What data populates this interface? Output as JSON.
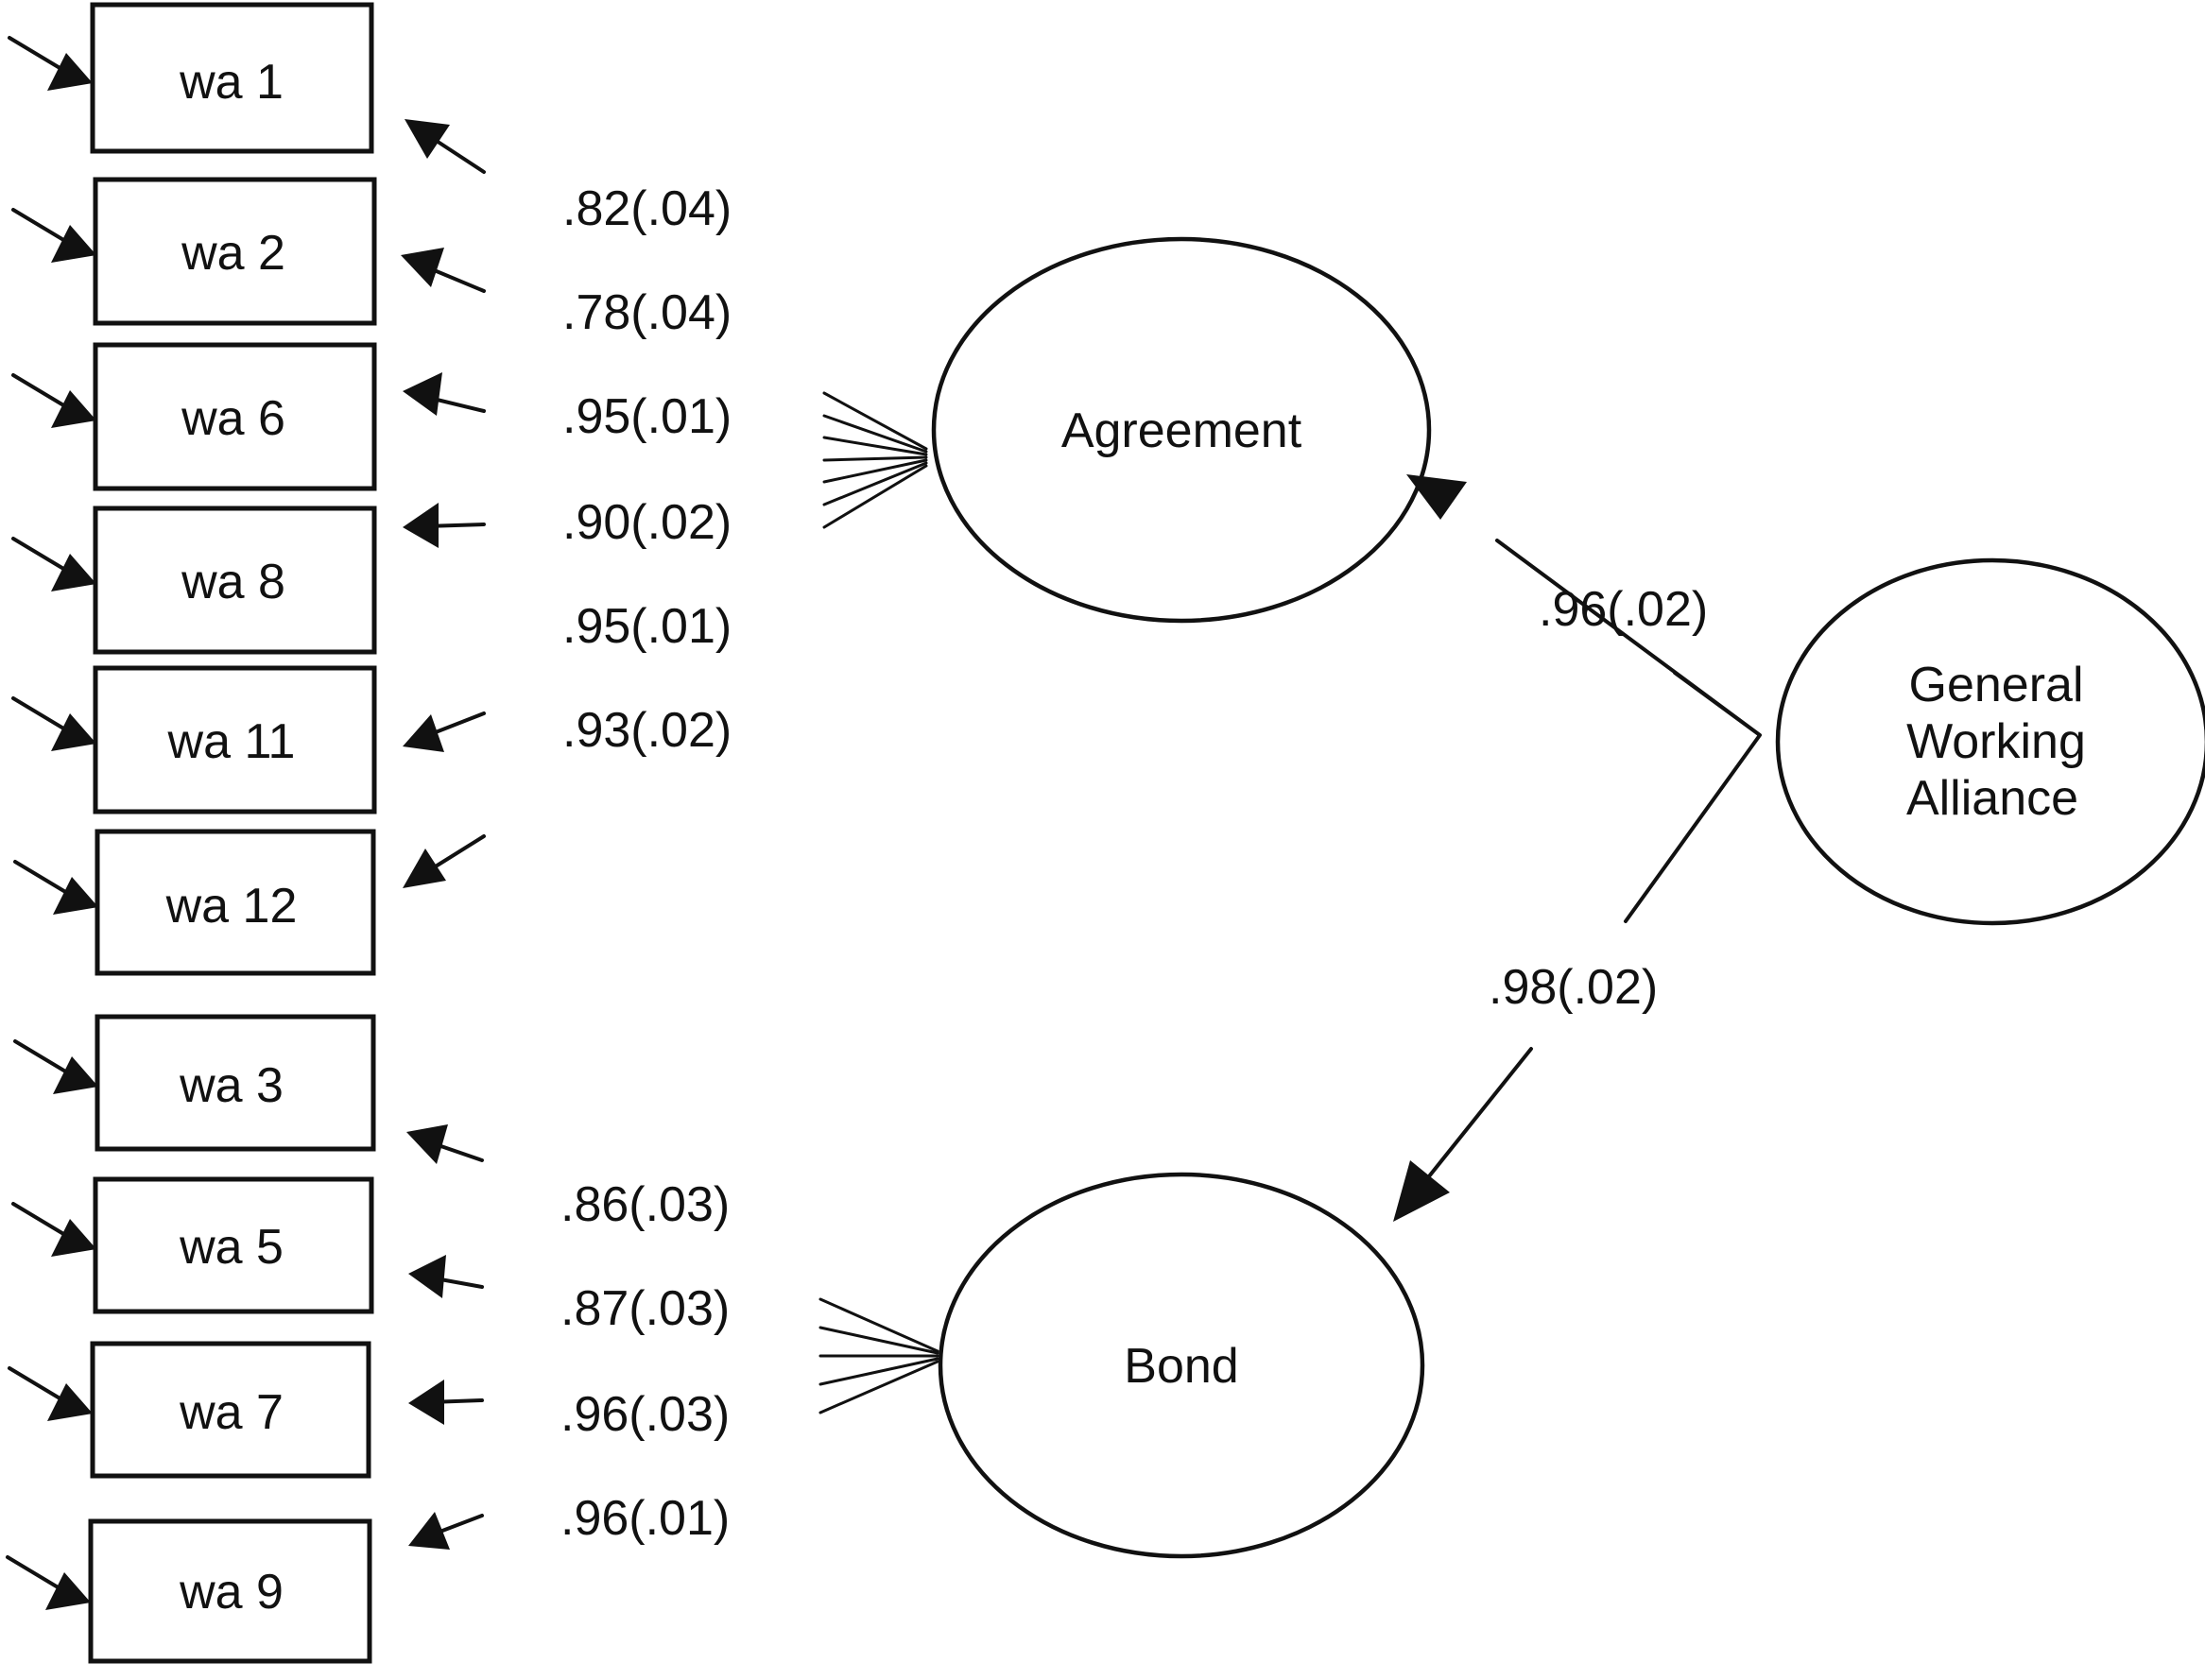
{
  "observed_variables": {
    "agreement_items": [
      "wa 1",
      "wa 2",
      "wa 6",
      "wa 8",
      "wa 11",
      "wa 12"
    ],
    "bond_items": [
      "wa 3",
      "wa 5",
      "wa 7",
      "wa 9"
    ]
  },
  "latent_factors": {
    "agreement": "Agreement",
    "bond": "Bond",
    "general": [
      "General",
      "Working",
      "Alliance"
    ]
  },
  "loadings": {
    "agreement": [
      ".82(.04)",
      ".78(.04)",
      ".95(.01)",
      ".90(.02)",
      ".95(.01)",
      ".93(.02)"
    ],
    "bond": [
      ".86(.03)",
      ".87(.03)",
      ".96(.03)",
      ".96(.01)"
    ]
  },
  "second_order_paths": {
    "general_to_agreement": ".96(.02)",
    "general_to_bond": ".98(.02)"
  }
}
